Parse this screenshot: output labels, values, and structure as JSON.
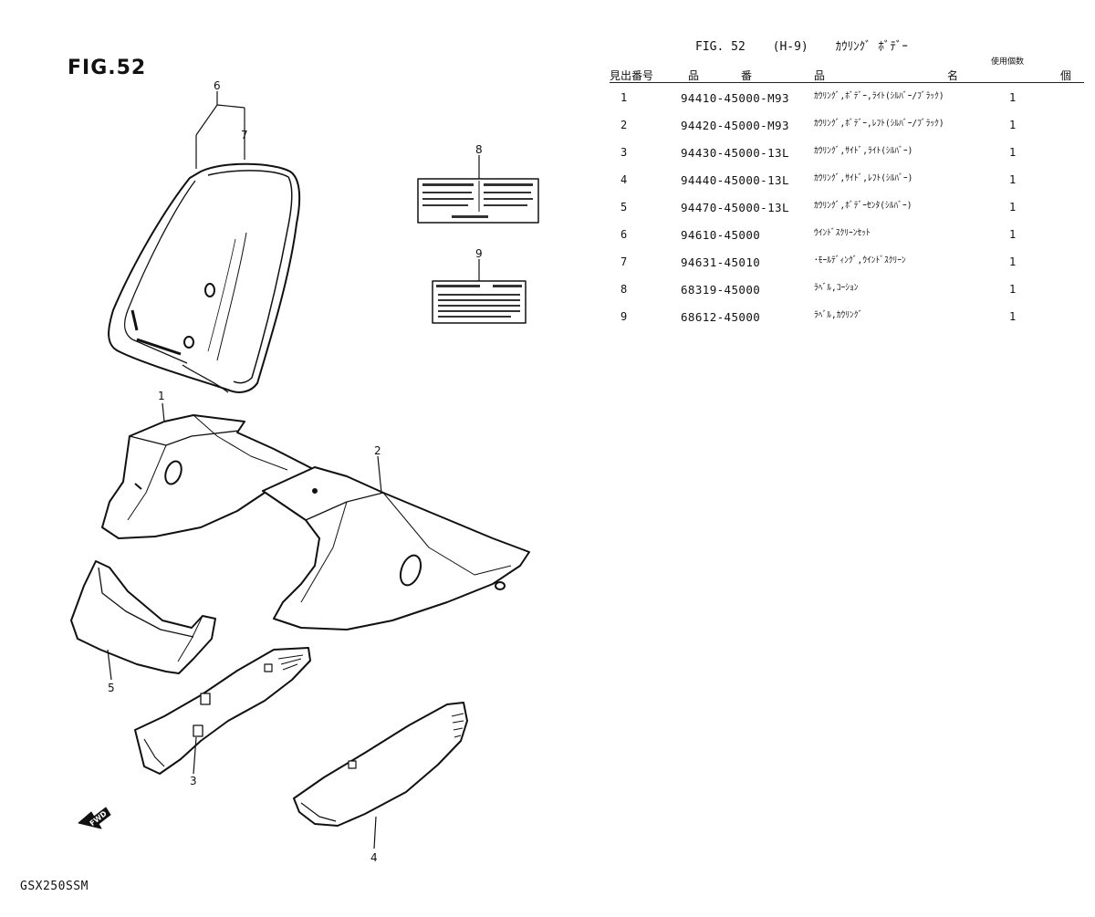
{
  "figure": {
    "label": "FIG.52",
    "model": "GSX250SSM",
    "callouts": [
      "1",
      "2",
      "3",
      "4",
      "5",
      "6",
      "7",
      "8",
      "9"
    ],
    "fwd_label": "FWD"
  },
  "table": {
    "fig_no": "FIG. 52",
    "fig_code": "(H-9)",
    "fig_name": "ｶｳﾘﾝｸﾞ ﾎﾞﾃﾞｰ",
    "usage_header": "使用個数",
    "columns": {
      "ref_no": "見出番号",
      "part_no_a": "品",
      "part_no_b": "番",
      "name_a": "品",
      "name_b": "名",
      "qty": "個"
    },
    "rows": [
      {
        "ref": "1",
        "part": "94410-45000-M93",
        "name": "ｶｳﾘﾝｸﾞ,ﾎﾞﾃﾞｰ,ﾗｲﾄ(ｼﾙﾊﾞｰ/ﾌﾞﾗｯｸ)",
        "qty": "1"
      },
      {
        "ref": "2",
        "part": "94420-45000-M93",
        "name": "ｶｳﾘﾝｸﾞ,ﾎﾞﾃﾞｰ,ﾚﾌﾄ(ｼﾙﾊﾞｰ/ﾌﾞﾗｯｸ)",
        "qty": "1"
      },
      {
        "ref": "3",
        "part": "94430-45000-13L",
        "name": "ｶｳﾘﾝｸﾞ,ｻｲﾄﾞ,ﾗｲﾄ(ｼﾙﾊﾞｰ)",
        "qty": "1"
      },
      {
        "ref": "4",
        "part": "94440-45000-13L",
        "name": "ｶｳﾘﾝｸﾞ,ｻｲﾄﾞ,ﾚﾌﾄ(ｼﾙﾊﾞｰ)",
        "qty": "1"
      },
      {
        "ref": "5",
        "part": "94470-45000-13L",
        "name": "ｶｳﾘﾝｸﾞ,ﾎﾞﾃﾞｰｾﾝﾀ(ｼﾙﾊﾞｰ)",
        "qty": "1"
      },
      {
        "ref": "6",
        "part": "94610-45000",
        "name": "ｳｲﾝﾄﾞｽｸﾘｰﾝｾｯﾄ",
        "qty": "1"
      },
      {
        "ref": "7",
        "part": "94631-45010",
        "name": "･ﾓｰﾙﾃﾞｨﾝｸﾞ,ｳｲﾝﾄﾞｽｸﾘｰﾝ",
        "qty": "1"
      },
      {
        "ref": "8",
        "part": "68319-45000",
        "name": "ﾗﾍﾞﾙ,ｺｰｼｮﾝ",
        "qty": "1"
      },
      {
        "ref": "9",
        "part": "68612-45000",
        "name": "ﾗﾍﾞﾙ,ｶｳﾘﾝｸﾞ",
        "qty": "1"
      }
    ]
  }
}
